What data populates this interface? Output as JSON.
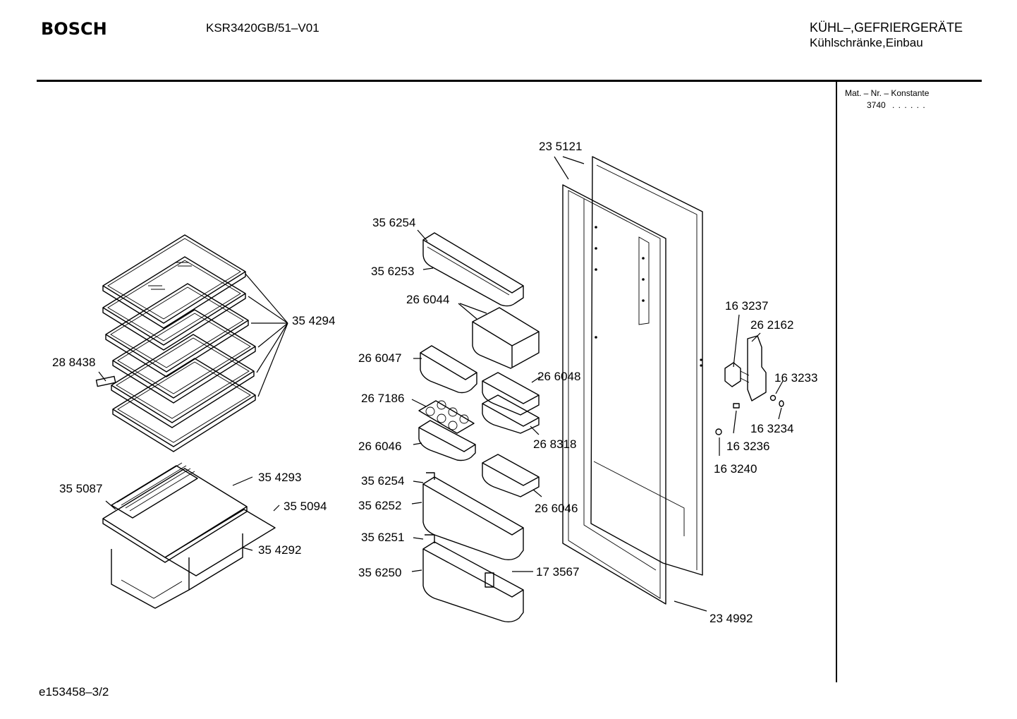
{
  "header": {
    "brand": "BOSCH",
    "model": "KSR3420GB/51–V01",
    "category_line1": "KÜHL–,GEFRIERGERÄTE",
    "category_line2": "Kühlschränke,Einbau"
  },
  "sidebar": {
    "mat_label": "Mat. – Nr. – Konstante",
    "mat_value": "3740",
    "mat_dots": ". . . . . ."
  },
  "footer": {
    "document_id": "e153458–3/2"
  },
  "part_labels": {
    "door_outer": "23 5121",
    "door_gasket": "23 4992",
    "shelf_glass": "35 4294",
    "shelf_strip": "28 8438",
    "crisper_lid": "35 4293",
    "crisper_grid": "35 5087",
    "crisper_cover": "35 5094",
    "crisper_drawer": "35 4292",
    "rack_top_front": "35 6254",
    "rack_top": "35 6253",
    "box_lid_top": "26 6044",
    "box_left": "26 6047",
    "egg_tray": "26 7186",
    "box_left_lower": "26 6046",
    "box_mid_upper": "26 6048",
    "box_mid_lower": "26 8318",
    "box_mid_bottom": "26 6046",
    "rack_mid_front": "35 6254",
    "rack_mid": "35 6252",
    "rack_low_front": "35 6251",
    "rack_bottom": "35 6250",
    "bottle_stop": "17 3567",
    "hinge_a": "16 3237",
    "hinge_bracket": "26 2162",
    "hinge_screw": "16 3233",
    "hinge_washer": "16 3234",
    "hinge_pin": "16 3236",
    "hinge_cap": "16 3240"
  }
}
